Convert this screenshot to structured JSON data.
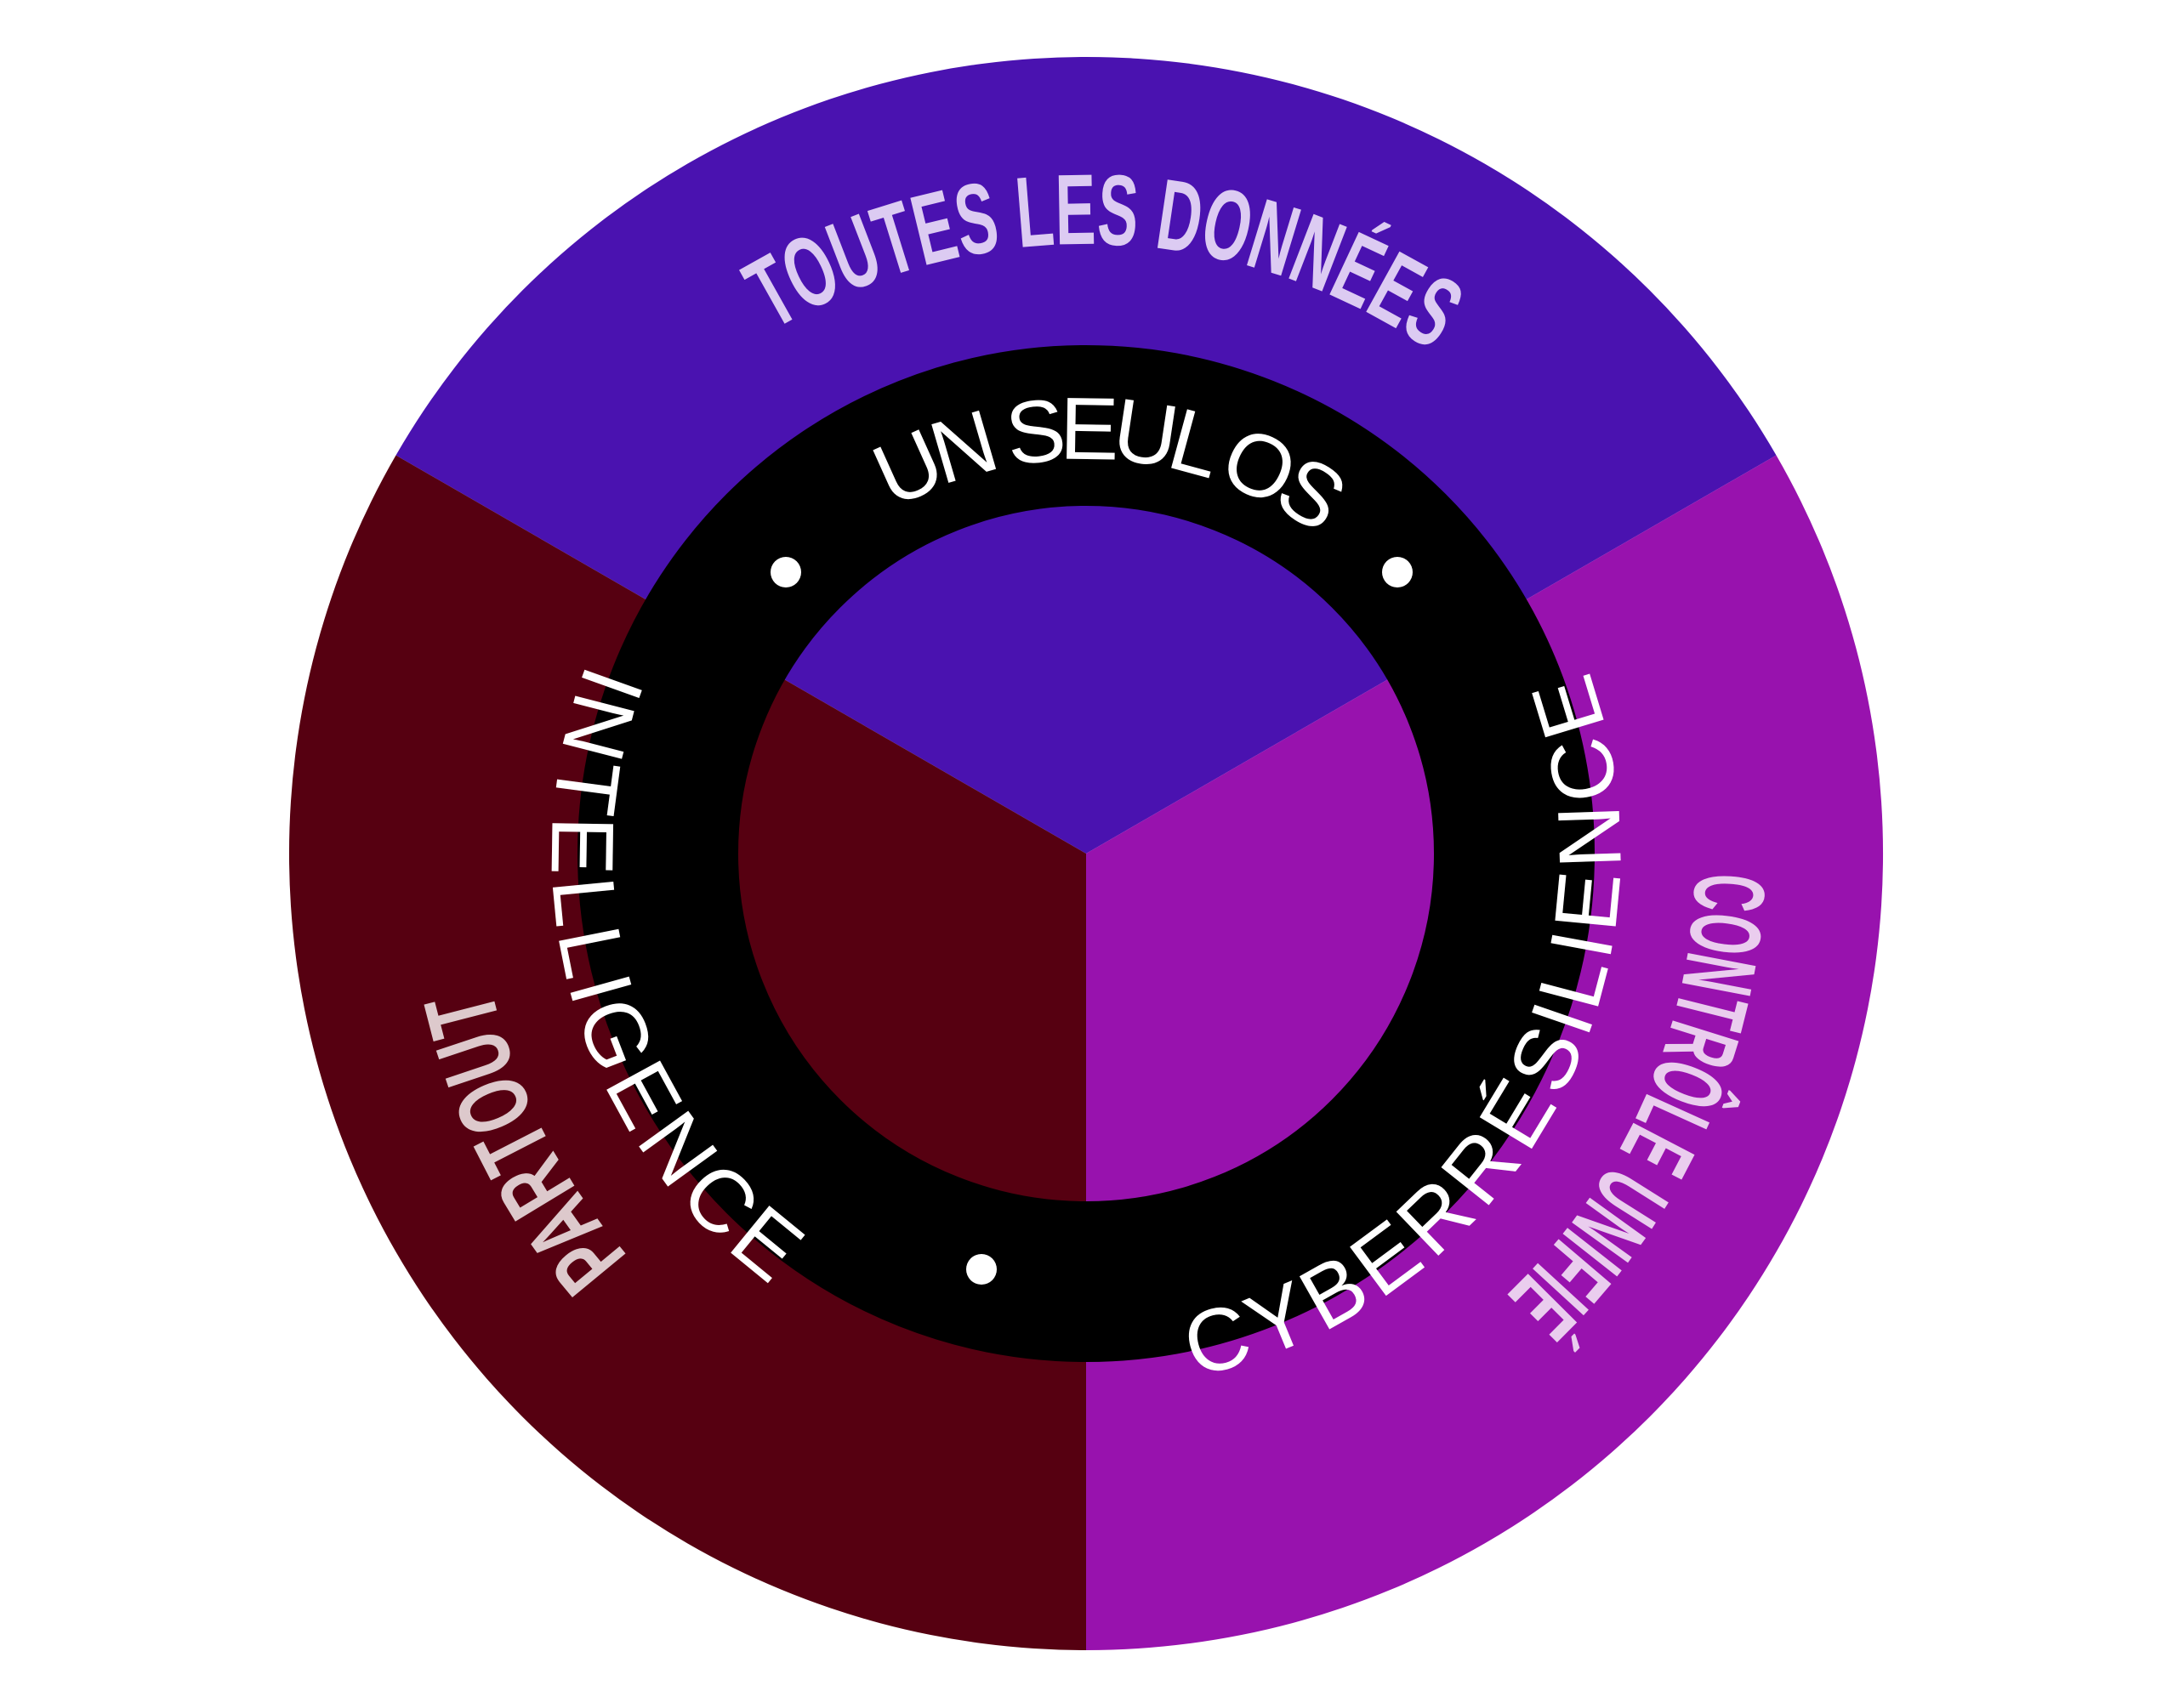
{
  "segments": [
    {
      "id": "top",
      "label": "TOUTES LES DONNÉES",
      "color": "#4A12B0",
      "text_color": "#DCCBF2"
    },
    {
      "id": "right",
      "label": "CONTRÔLE UNIFIÉ",
      "color": "#9812AE",
      "text_color": "#EACDEE"
    },
    {
      "id": "left",
      "label": "PARTOUT",
      "color": "#560011",
      "text_color": "#DDC9CC"
    }
  ],
  "ring": {
    "color": "#000000",
    "text_color": "#FFFFFF",
    "labels": {
      "top": "UN SEUL OS",
      "right": "CYBERRÉSILIENCE",
      "left": "INTELLIGENCE"
    }
  }
}
